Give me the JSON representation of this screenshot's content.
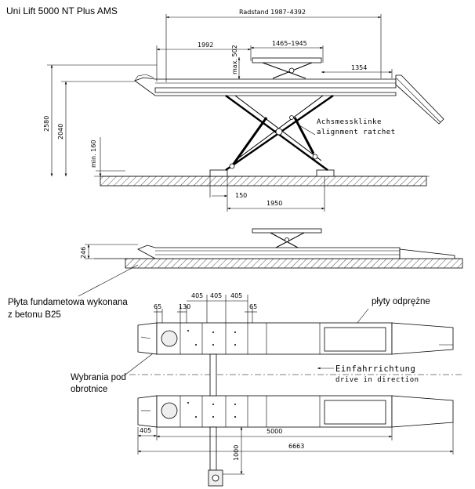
{
  "title": "Uni Lift 5000 NT Plus AMS",
  "side_view": {
    "radstand": "Radstand  1987–4392",
    "dim_1992": "1992",
    "dim_1465_1945": "1465–1945",
    "dim_max502": "max. 502",
    "dim_1354": "1354",
    "dim_2580": "2580",
    "dim_2040": "2040",
    "dim_min160": "min. 160",
    "dim_150": "150",
    "dim_1950": "1950",
    "achsmess_de": "Achsmessklinke",
    "achsmess_en": "alignment ratchet"
  },
  "lowered_view": {
    "dim_246": "246"
  },
  "plan_view": {
    "dim_65_left": "65",
    "dim_130": "130",
    "dim_405_a": "405",
    "dim_405_b": "405",
    "dim_405_c": "405",
    "dim_65_right": "65",
    "dim_405_bottom": "405",
    "dim_5000": "5000",
    "dim_6663": "6663",
    "dim_1000": "1000",
    "einfahr_de": "Einfahrrichtung",
    "einfahr_en": "drive in direction"
  },
  "labels": {
    "plyta_line1": "Płyta fundametowa wykonana",
    "plyta_line2": "z betonu B25",
    "plyty": "płyty odprężne",
    "wybrania_line1": "Wybrania pod",
    "wybrania_line2": "obrotnice"
  }
}
